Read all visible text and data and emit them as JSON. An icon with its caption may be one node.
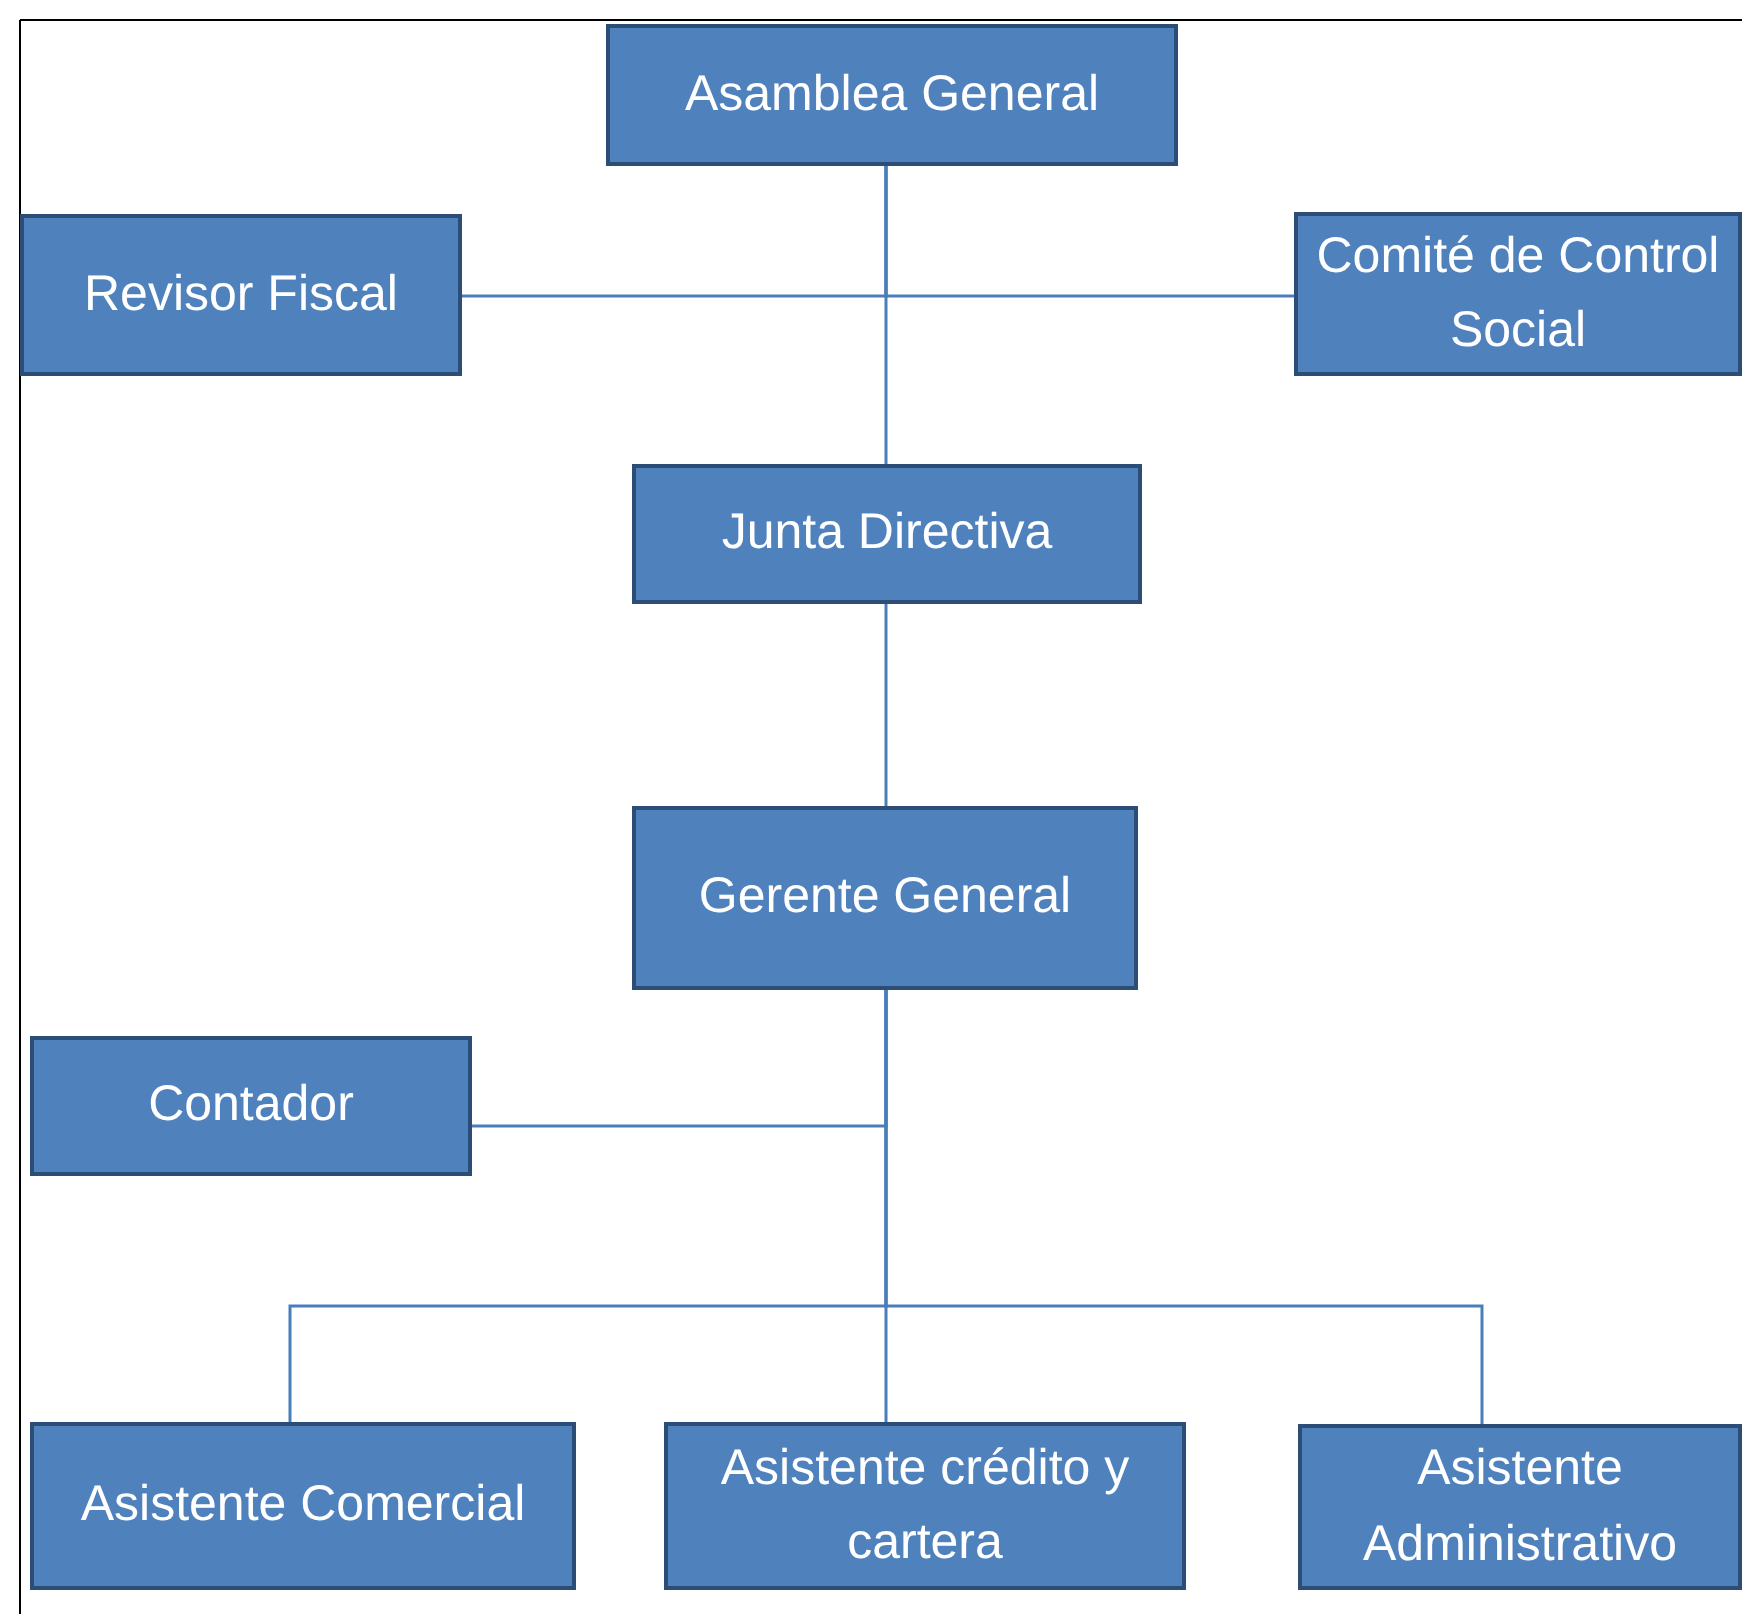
{
  "diagram": {
    "nodes": [
      {
        "text": [
          "Asamblea General"
        ]
      },
      {
        "text": [
          "Revisor Fiscal"
        ]
      },
      {
        "text": [
          "Comité de Control Social"
        ]
      },
      {
        "text": [
          "Junta Directiva"
        ]
      },
      {
        "text": [
          "Gerente General"
        ]
      },
      {
        "text": [
          "Contador"
        ]
      },
      {
        "text": [
          "Asistente Comercial"
        ]
      },
      {
        "text": [
          "Asistente crédito y cartera"
        ]
      },
      {
        "text": [
          "Asistente Administrativo"
        ]
      }
    ],
    "edges": [
      {
        "from": 0,
        "to": 3,
        "arrow": "none"
      },
      {
        "from": 0,
        "to": 1,
        "arrow": "none"
      },
      {
        "from": 0,
        "to": 2,
        "arrow": "none"
      },
      {
        "from": 3,
        "to": 4,
        "arrow": "none"
      },
      {
        "from": 4,
        "to": 5,
        "arrow": "none"
      },
      {
        "from": 4,
        "to": 6,
        "arrow": "none"
      },
      {
        "from": 4,
        "to": 7,
        "arrow": "none"
      },
      {
        "from": 4,
        "to": 8,
        "arrow": "none"
      }
    ]
  }
}
